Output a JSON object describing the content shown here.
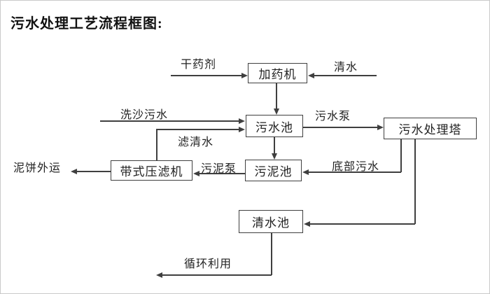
{
  "title": "污水处理工艺流程框图:",
  "diagram": {
    "type": "flowchart",
    "nodes": {
      "dosing_machine": "加药机",
      "sewage_pool": "污水池",
      "treatment_tower": "污水处理塔",
      "sludge_pool": "污泥池",
      "belt_filter_press": "带式压滤机",
      "clear_water_pool": "清水池"
    },
    "edge_labels": {
      "dry_chemical": "干药剂",
      "clear_water": "清水",
      "sand_washing_sewage": "洗沙污水",
      "filtered_water": "滤清水",
      "sewage_pump": "污水泵",
      "bottom_sewage": "底部污水",
      "sludge_pump": "污泥泵",
      "mud_cake_out": "泥饼外运",
      "recycle": "循环利用"
    },
    "edges": [
      {
        "from": "干药剂(外部)",
        "to": "加药机",
        "label": "干药剂"
      },
      {
        "from": "清水(外部)",
        "to": "加药机",
        "label": "清水"
      },
      {
        "from": "加药机",
        "to": "污水池",
        "label": ""
      },
      {
        "from": "洗沙污水(外部)",
        "to": "污水池",
        "label": "洗沙污水"
      },
      {
        "from": "带式压滤机",
        "to": "污水池",
        "label": "滤清水"
      },
      {
        "from": "污水池",
        "to": "污水处理塔",
        "label": "污水泵"
      },
      {
        "from": "污水池",
        "to": "污泥池",
        "label": ""
      },
      {
        "from": "污水处理塔",
        "to": "污泥池",
        "label": "底部污水"
      },
      {
        "from": "污泥池",
        "to": "带式压滤机",
        "label": "污泥泵"
      },
      {
        "from": "带式压滤机",
        "to": "泥饼外运(外部)",
        "label": "泥饼外运"
      },
      {
        "from": "污水处理塔",
        "to": "清水池",
        "label": ""
      },
      {
        "from": "清水池",
        "to": "循环利用(外部)",
        "label": "循环利用"
      }
    ],
    "colors": {
      "line": "#3f3f3f",
      "text": "#1f1f1f",
      "background": "#ffffff",
      "frame": "#c9c9c9"
    }
  }
}
